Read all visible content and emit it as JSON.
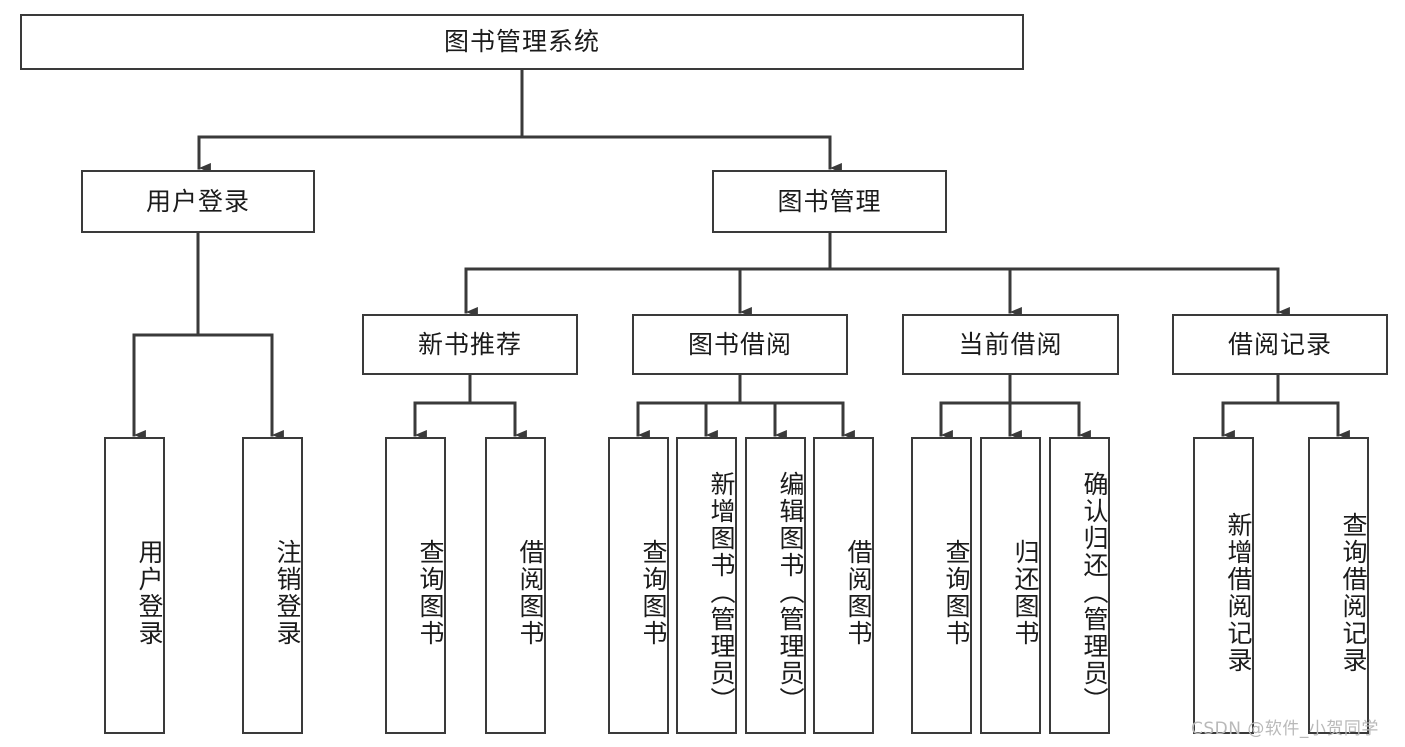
{
  "diagram": {
    "type": "tree-hierarchy",
    "title": "图书管理系统",
    "watermark": "CSDN @软件_小贺同学",
    "colors": {
      "box_border": "#3a3a3a",
      "box_fill": "#ffffff",
      "edge": "#3a3a3a",
      "text": "#1b1b1b",
      "watermark": "#b9b9b9"
    },
    "levels": {
      "root": {
        "label": "图书管理系统"
      },
      "level2": [
        {
          "label": "用户登录"
        },
        {
          "label": "图书管理"
        }
      ],
      "level3": [
        {
          "label": "新书推荐"
        },
        {
          "label": "图书借阅"
        },
        {
          "label": "当前借阅"
        },
        {
          "label": "借阅记录"
        }
      ],
      "leaves": [
        {
          "label": "用户登录",
          "parent": "用户登录"
        },
        {
          "label": "注销登录",
          "parent": "用户登录"
        },
        {
          "label": "查询图书",
          "parent": "新书推荐"
        },
        {
          "label": "借阅图书",
          "parent": "新书推荐"
        },
        {
          "label": "查询图书",
          "parent": "图书借阅"
        },
        {
          "label": "新增图书（管理员）",
          "parent": "图书借阅"
        },
        {
          "label": "编辑图书（管理员）",
          "parent": "图书借阅"
        },
        {
          "label": "借阅图书",
          "parent": "图书借阅"
        },
        {
          "label": "查询图书",
          "parent": "当前借阅"
        },
        {
          "label": "归还图书",
          "parent": "当前借阅"
        },
        {
          "label": "确认归还（管理员）",
          "parent": "当前借阅"
        },
        {
          "label": "新增借阅记录",
          "parent": "借阅记录"
        },
        {
          "label": "查询借阅记录",
          "parent": "借阅记录"
        }
      ]
    }
  }
}
